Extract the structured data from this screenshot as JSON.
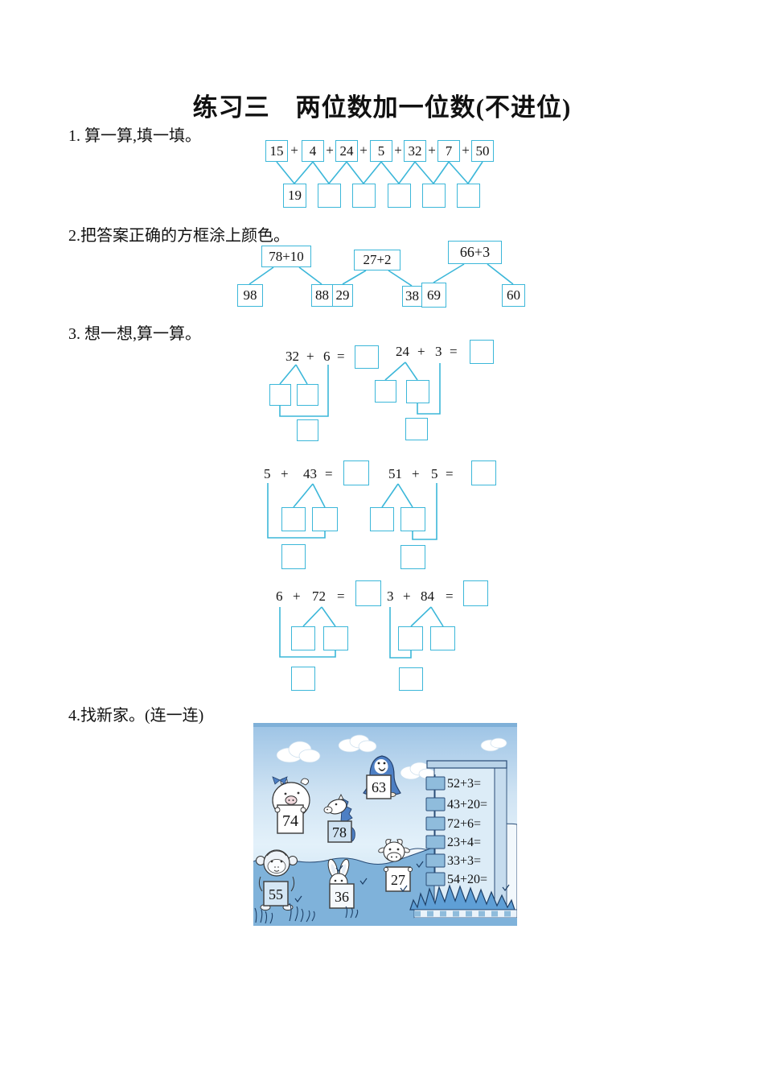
{
  "page": {
    "title": "练习三　两位数加一位数(不进位)"
  },
  "q1": {
    "label": "1. 算一算,填一填。",
    "plus_sign": "+",
    "addends": [
      "15",
      "4",
      "24",
      "5",
      "32",
      "7",
      "50"
    ],
    "results": [
      "19",
      "",
      "",
      "",
      "",
      ""
    ]
  },
  "q2": {
    "label": "2.把答案正确的方框涂上颜色。",
    "expressions": [
      "78+10",
      "27+2",
      "66+3"
    ],
    "answer_options": [
      "98",
      "88",
      "29",
      "38",
      "69",
      "60"
    ]
  },
  "q3": {
    "label": "3. 想一想,算一算。",
    "problems": [
      {
        "a": "32",
        "plus": "+",
        "b": "6",
        "equals": "="
      },
      {
        "a": "24",
        "plus": "+",
        "b": "3",
        "equals": "="
      },
      {
        "a": "5",
        "plus": "+",
        "b": "43",
        "equals": "="
      },
      {
        "a": "51",
        "plus": "+",
        "b": "5",
        "equals": "="
      },
      {
        "a": "6",
        "plus": "+",
        "b": "72",
        "equals": "="
      },
      {
        "a": "3",
        "plus": "+",
        "b": "84",
        "equals": "="
      }
    ]
  },
  "q4": {
    "label": "4.找新家。(连一连)",
    "animal_signs": [
      {
        "animal": "pig",
        "number": "74"
      },
      {
        "animal": "penguin",
        "number": "63"
      },
      {
        "animal": "horse",
        "number": "78"
      },
      {
        "animal": "monkey",
        "number": "55"
      },
      {
        "animal": "rabbit",
        "number": "36"
      },
      {
        "animal": "cow",
        "number": "27"
      }
    ],
    "house_equations": [
      "52+3=",
      "43+20=",
      "72+6=",
      "23+4=",
      "33+3=",
      "54+20="
    ]
  },
  "colors": {
    "connector_cyan": "#3cb7d9",
    "text_black": "#111111",
    "sky_blue": "#bcd9ef",
    "ground_blue": "#7fb2da",
    "building_panel": "#dcecf7",
    "door_box_fill": "#8fbcdc",
    "penguin_blue": "#4d7fc4",
    "outline_blue": "#2a4d77"
  }
}
